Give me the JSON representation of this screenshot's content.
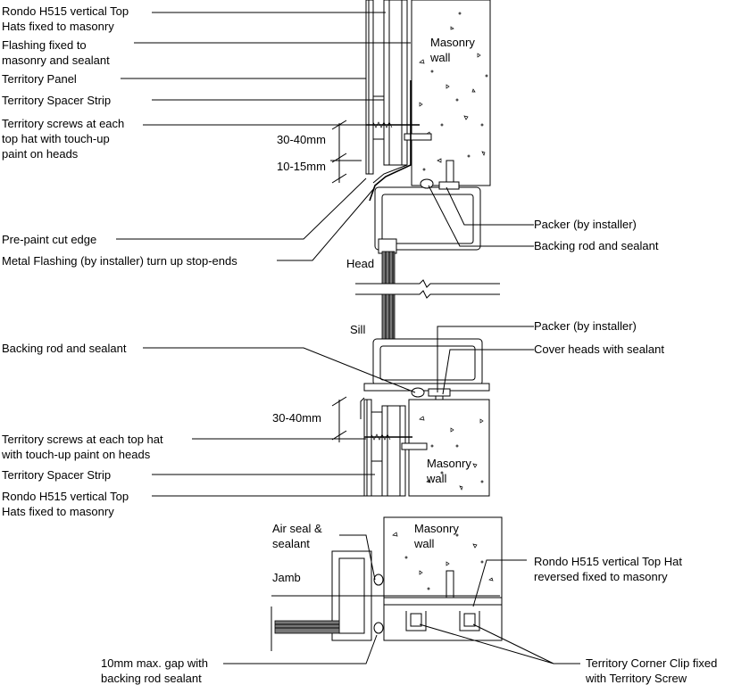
{
  "labels": {
    "rondo_top_1": "Rondo H515 vertical Top",
    "rondo_top_2": "Hats fixed to masonry",
    "flashing_fixed_1": "Flashing fixed to",
    "flashing_fixed_2": "masonry and sealant",
    "territory_panel": "Territory Panel",
    "spacer_strip_top": "Territory Spacer Strip",
    "screws_top_1": "Territory screws at each",
    "screws_top_2": "top hat with touch-up",
    "screws_top_3": "paint on heads",
    "dim_30_40_top": "30-40mm",
    "dim_10_15": "10-15mm",
    "masonry_wall_top_1": "Masonry",
    "masonry_wall_top_2": "wall",
    "packer_top": "Packer (by installer)",
    "backing_rod_top": "Backing rod and sealant",
    "pre_paint": "Pre-paint cut edge",
    "metal_flashing": "Metal Flashing (by installer) turn up stop-ends",
    "head": "Head",
    "sill": "Sill",
    "packer_sill": "Packer (by installer)",
    "cover_heads": "Cover heads with sealant",
    "backing_rod_sill": "Backing rod and sealant",
    "dim_30_40_sill": "30-40mm",
    "screws_sill_1": "Territory screws at each top hat",
    "screws_sill_2": "with touch-up paint on heads",
    "spacer_strip_sill": "Territory Spacer Strip",
    "rondo_sill_1": "Rondo H515 vertical Top",
    "rondo_sill_2": "Hats fixed to masonry",
    "masonry_wall_sill_1": "Masonry",
    "masonry_wall_sill_2": "wall",
    "air_seal_1": "Air seal &",
    "air_seal_2": "sealant",
    "masonry_wall_jamb_1": "Masonry",
    "masonry_wall_jamb_2": "wall",
    "jamb": "Jamb",
    "rondo_jamb_1": "Rondo H515 vertical Top Hat",
    "rondo_jamb_2": "reversed fixed to masonry",
    "gap_1": "10mm max. gap with",
    "gap_2": "backing rod sealant",
    "corner_clip_1": "Territory Corner Clip fixed",
    "corner_clip_2": "with Territory Screw"
  },
  "colors": {
    "line": "#000000",
    "hatch": "#777777",
    "background": "#ffffff"
  }
}
